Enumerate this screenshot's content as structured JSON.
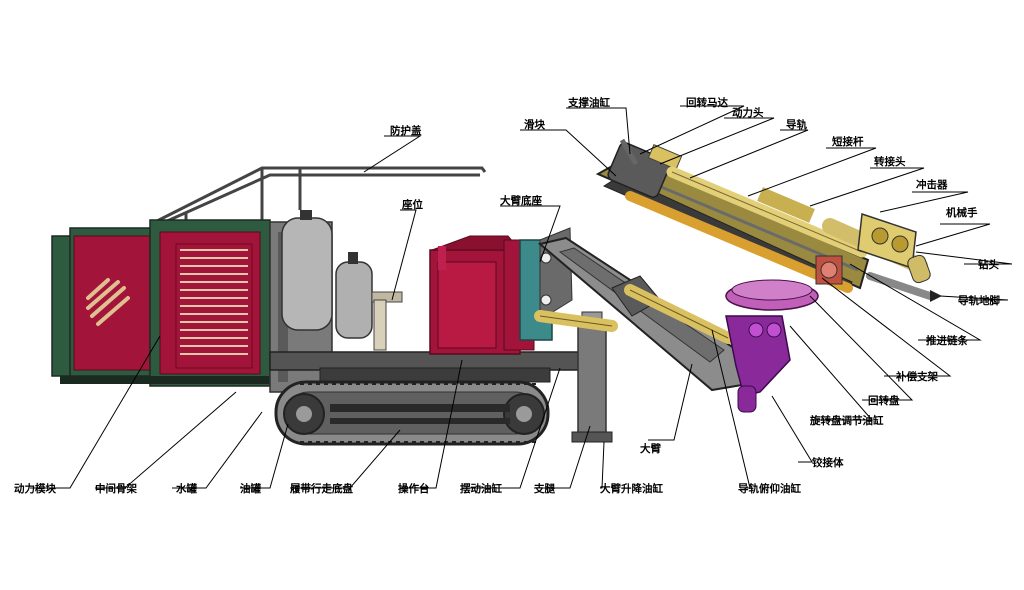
{
  "labels": {
    "power_module": "动力模块",
    "middle_frame": "中间骨架",
    "water_tank": "水罐",
    "oil_tank": "油罐",
    "crawler_chassis": "履带行走底盘",
    "control_platform": "操作台",
    "swing_cylinder": "摆动油缸",
    "support_leg": "支腿",
    "boom_lift_cylinder": "大臂升降油缸",
    "big_boom": "大臂",
    "guide_pitch_cylinder": "导轨俯仰油缸",
    "hinge_body": "铰接体",
    "rotary_adjust_cylinder": "旋转盘调节油缸",
    "rotary_disk": "回转盘",
    "compensation_support": "补偿支架",
    "feed_chain": "推进链条",
    "guide_foot": "导轨地脚",
    "drill_bit": "钻头",
    "manipulator": "机械手",
    "impactor": "冲击器",
    "adapter": "转接头",
    "short_rod": "短接杆",
    "guide_rail": "导轨",
    "power_head": "动力头",
    "rotary_motor": "回转马达",
    "support_cylinder": "支撑油缸",
    "slider": "滑块",
    "protective_cover": "防护盖",
    "seat": "座位",
    "boom_base": "大臂底座"
  },
  "colors": {
    "cabinet_red": "#a3143a",
    "cabinet_green": "#2e5a40",
    "frame_gray": "#545454",
    "boom_gray": "#8c8c8c",
    "yellow_cylinder": "#d9c060",
    "purple_part": "#8a2a9a",
    "pink_disk": "#c060b8"
  }
}
